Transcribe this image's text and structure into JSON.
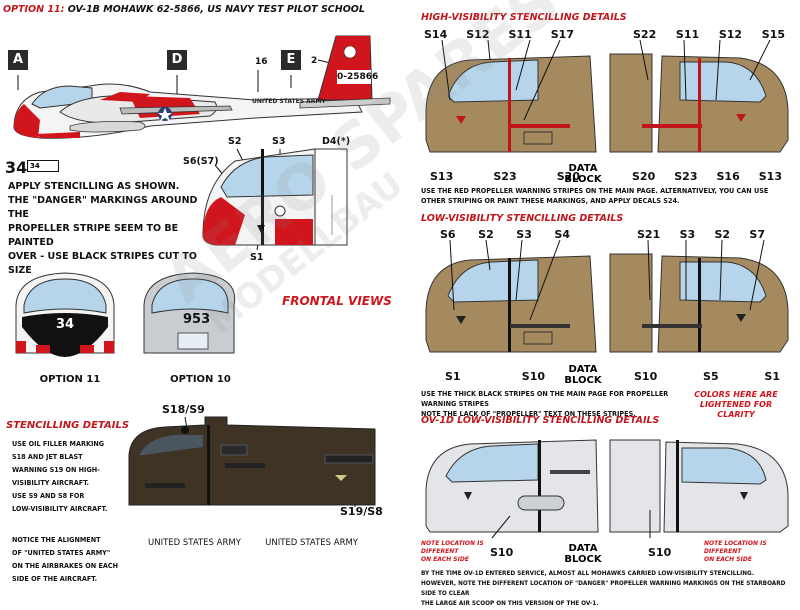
{
  "option11_header": {
    "prefix": "OPTION 11:",
    "text": "OV-1B MOHAWK 62-5866, US NAVY TEST PILOT SCHOOL"
  },
  "stations": {
    "a": "A",
    "d": "D",
    "e": "E",
    "n16": "16",
    "n2": "2"
  },
  "tail_serial": "0-25866",
  "fuselage_text": "UNITED STATES ARMY",
  "nose_number": "34",
  "nose_number_small": "34",
  "stencil_labels_small": {
    "s2": "S2",
    "s3": "S3",
    "s6": "S6(S7)",
    "d4": "D4(*)",
    "s1": "S1"
  },
  "apply_note": [
    "APPLY STENCILLING AS SHOWN.",
    "THE \"DANGER\" MARKINGS AROUND THE",
    "PROPELLER STRIPE SEEM TO BE PAINTED",
    "OVER - USE BLACK STRIPES CUT TO SIZE"
  ],
  "frontal": {
    "title": "FRONTAL VIEWS",
    "opt11_number": "34",
    "opt10_number": "953",
    "opt11_caption": "OPTION 11",
    "opt10_caption": "OPTION 10"
  },
  "stencilling": {
    "title": "STENCILLING DETAILS",
    "text": [
      "USE OIL FILLER MARKING",
      "S18 AND JET BLAST",
      "WARNING S19 ON HIGH-",
      "VISIBILITY AIRCRAFT.",
      "USE S9 AND S8 FOR",
      "LOW-VISIBILITY AIRCRAFT."
    ],
    "alignment": [
      "NOTICE THE ALIGNMENT",
      "OF \"UNITED STATES ARMY\"",
      "ON THE AIRBRAKES ON EACH",
      "SIDE OF THE AIRCRAFT."
    ],
    "s18": "S18/S9",
    "s19": "S19/S8",
    "usa_strip": [
      "UNITED STATES ARMY",
      "UNITED STATES ARMY"
    ]
  },
  "high_vis": {
    "title": "HIGH-VISIBILITY STENCILLING DETAILS",
    "top_left": [
      "S14",
      "S12",
      "S11",
      "S17"
    ],
    "top_right": [
      "S22",
      "S11",
      "S12",
      "S15"
    ],
    "bottom_left": [
      "S13",
      "S23",
      "S20"
    ],
    "bottom_right": [
      "S20",
      "S23",
      "S16",
      "S13"
    ],
    "data_block": [
      "DATA",
      "BLOCK"
    ],
    "note": "USE THE RED PROPELLER WARNING STRIPES ON THE MAIN PAGE. ALTERNATIVELY, YOU CAN USE OTHER STRIPING OR PAINT THESE MARKINGS, AND APPLY DECALS S24."
  },
  "low_vis": {
    "title": "LOW-VISIBILITY STENCILLING DETAILS",
    "top_left": [
      "S6",
      "S2",
      "S3",
      "S4"
    ],
    "top_right": [
      "S21",
      "S3",
      "S2",
      "S7"
    ],
    "bottom_left": [
      "S1",
      "S10"
    ],
    "bottom_right": [
      "S10",
      "S5",
      "S1"
    ],
    "data_block": [
      "DATA",
      "BLOCK"
    ],
    "note": [
      "USE THE THICK BLACK STRIPES ON THE MAIN PAGE FOR PROPELLER WARNING STRIPES",
      "NOTE THE LACK OF \"PROPELLER\" TEXT ON THESE STRIPES."
    ],
    "lightened": [
      "COLORS HERE ARE",
      "LIGHTENED FOR CLARITY"
    ]
  },
  "ov1d": {
    "title": "OV-1D LOW-VISIBILITY STENCILLING DETAILS",
    "left_note": [
      "NOTE LOCATION IS DIFFERENT",
      "ON EACH SIDE"
    ],
    "right_note": [
      "NOTE LOCATION IS DIFFERENT",
      "ON EACH SIDE"
    ],
    "s10_left": "S10",
    "s10_right": "S10",
    "data_block": [
      "DATA",
      "BLOCK"
    ],
    "footer": [
      "BY THE TIME OV-1D ENTERED SERVICE, ALMOST ALL MOHAWKS CARRIED LOW-VISIBILITY STENCILLING.",
      "HOWEVER, NOTE THE DIFFERENT LOCATION OF \"DANGER\" PROPELLER WARNING MARKINGS ON THE STARBOARD SIDE TO CLEAR",
      "THE LARGE AIR SCOOP ON THIS VERSION OF THE OV-1."
    ]
  },
  "watermark": {
    "line1": "AERO SPARES",
    "line2": "MODELLBAU"
  },
  "colors": {
    "red": "#d0151c",
    "tan": "#a68a5f",
    "olive": "#3e3325",
    "grey": "#e3e5e8",
    "glass": "#b7d5ea"
  }
}
